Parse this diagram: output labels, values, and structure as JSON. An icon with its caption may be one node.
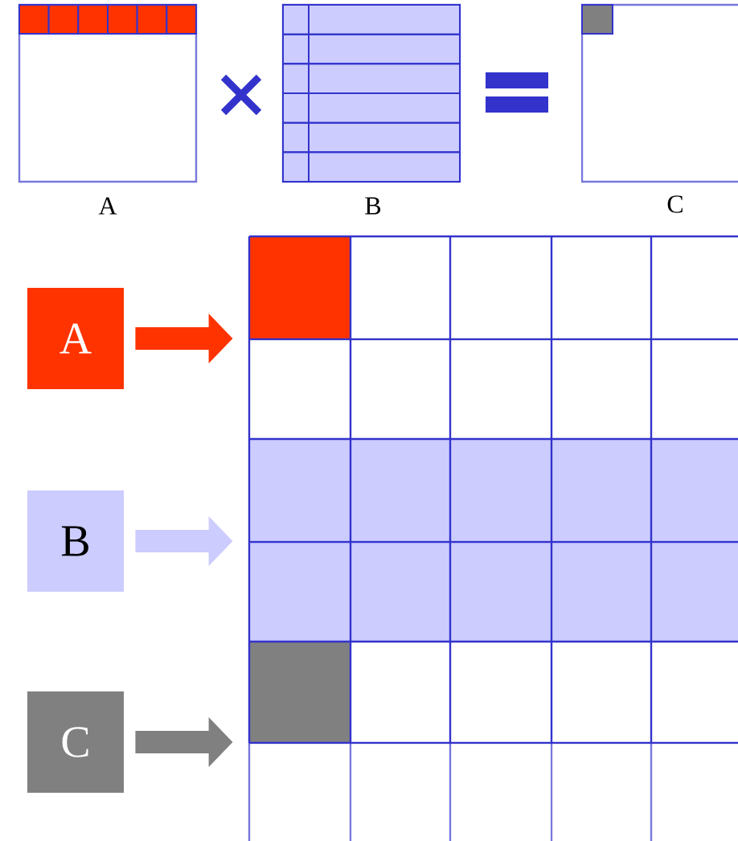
{
  "diagram": {
    "nodes": [
      {
        "text": [
          "A"
        ]
      },
      {
        "text": [
          "B"
        ]
      },
      {
        "text": [
          "C"
        ]
      },
      {
        "text": [
          "A"
        ]
      },
      {
        "text": [
          "B"
        ]
      },
      {
        "text": [
          "C"
        ]
      },
      {
        "text": [],
        "shape": "box"
      },
      {
        "text": [],
        "shape": "box"
      },
      {
        "text": [],
        "shape": "box"
      }
    ],
    "edges": [
      {
        "from": 3,
        "to": 6,
        "arrow": "to",
        "color": "#ff3300"
      },
      {
        "from": 4,
        "to": 7,
        "arrow": "to",
        "color": "#ccccff"
      },
      {
        "from": 5,
        "to": 8,
        "arrow": "to",
        "color": "#808080"
      }
    ]
  }
}
